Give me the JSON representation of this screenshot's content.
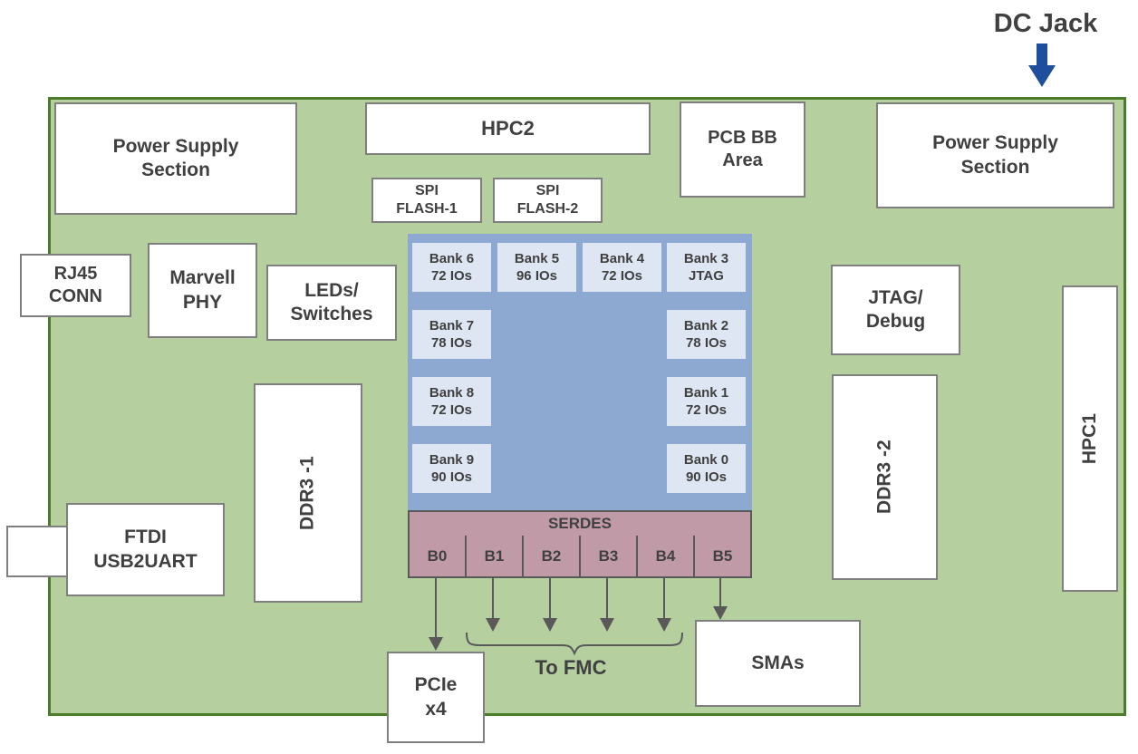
{
  "annotations": {
    "dc_jack": "DC Jack",
    "to_fmc": "To FMC"
  },
  "board": {
    "boxes": {
      "power_supply_left": "Power Supply\nSection",
      "hpc2": "HPC2",
      "spi_flash_1": "SPI\nFLASH-1",
      "spi_flash_2": "SPI\nFLASH-2",
      "pcb_bb_area": "PCB BB\nArea",
      "power_supply_right": "Power Supply\nSection",
      "rj45_conn": "RJ45\nCONN",
      "marvell_phy": "Marvell\nPHY",
      "leds_switches": "LEDs/\nSwitches",
      "jtag_debug": "JTAG/\nDebug",
      "ddr3_1": "DDR3 -1",
      "ddr3_2": "DDR3 -2",
      "hpc1": "HPC1",
      "ftdi_usb2uart": "FTDI\nUSB2UART",
      "pcie_x4": "PCIe\nx4",
      "smas": "SMAs"
    }
  },
  "fpga": {
    "banks": [
      {
        "label": "Bank 6\n72 IOs"
      },
      {
        "label": "Bank 5\n96 IOs"
      },
      {
        "label": "Bank 4\n72 IOs"
      },
      {
        "label": "Bank 3\nJTAG"
      },
      {
        "label": "Bank 7\n78 IOs"
      },
      {
        "label": "Bank 2\n78 IOs"
      },
      {
        "label": "Bank 8\n72 IOs"
      },
      {
        "label": "Bank 1\n72 IOs"
      },
      {
        "label": "Bank 9\n90 IOs"
      },
      {
        "label": "Bank 0\n90 IOs"
      }
    ]
  },
  "serdes": {
    "label": "SERDES",
    "segments": [
      "B0",
      "B1",
      "B2",
      "B3",
      "B4",
      "B5"
    ]
  },
  "colors": {
    "board_fill": "#b6cf9f",
    "board_border": "#4a7c2a",
    "fpga_fill": "#8da9d1",
    "bank_fill": "#dde6f2",
    "serdes_fill": "#c09ba7",
    "box_border": "#7f7f7f",
    "text": "#404040",
    "arrow": "#595959",
    "dc_jack_arrow": "#1f4e9c"
  }
}
